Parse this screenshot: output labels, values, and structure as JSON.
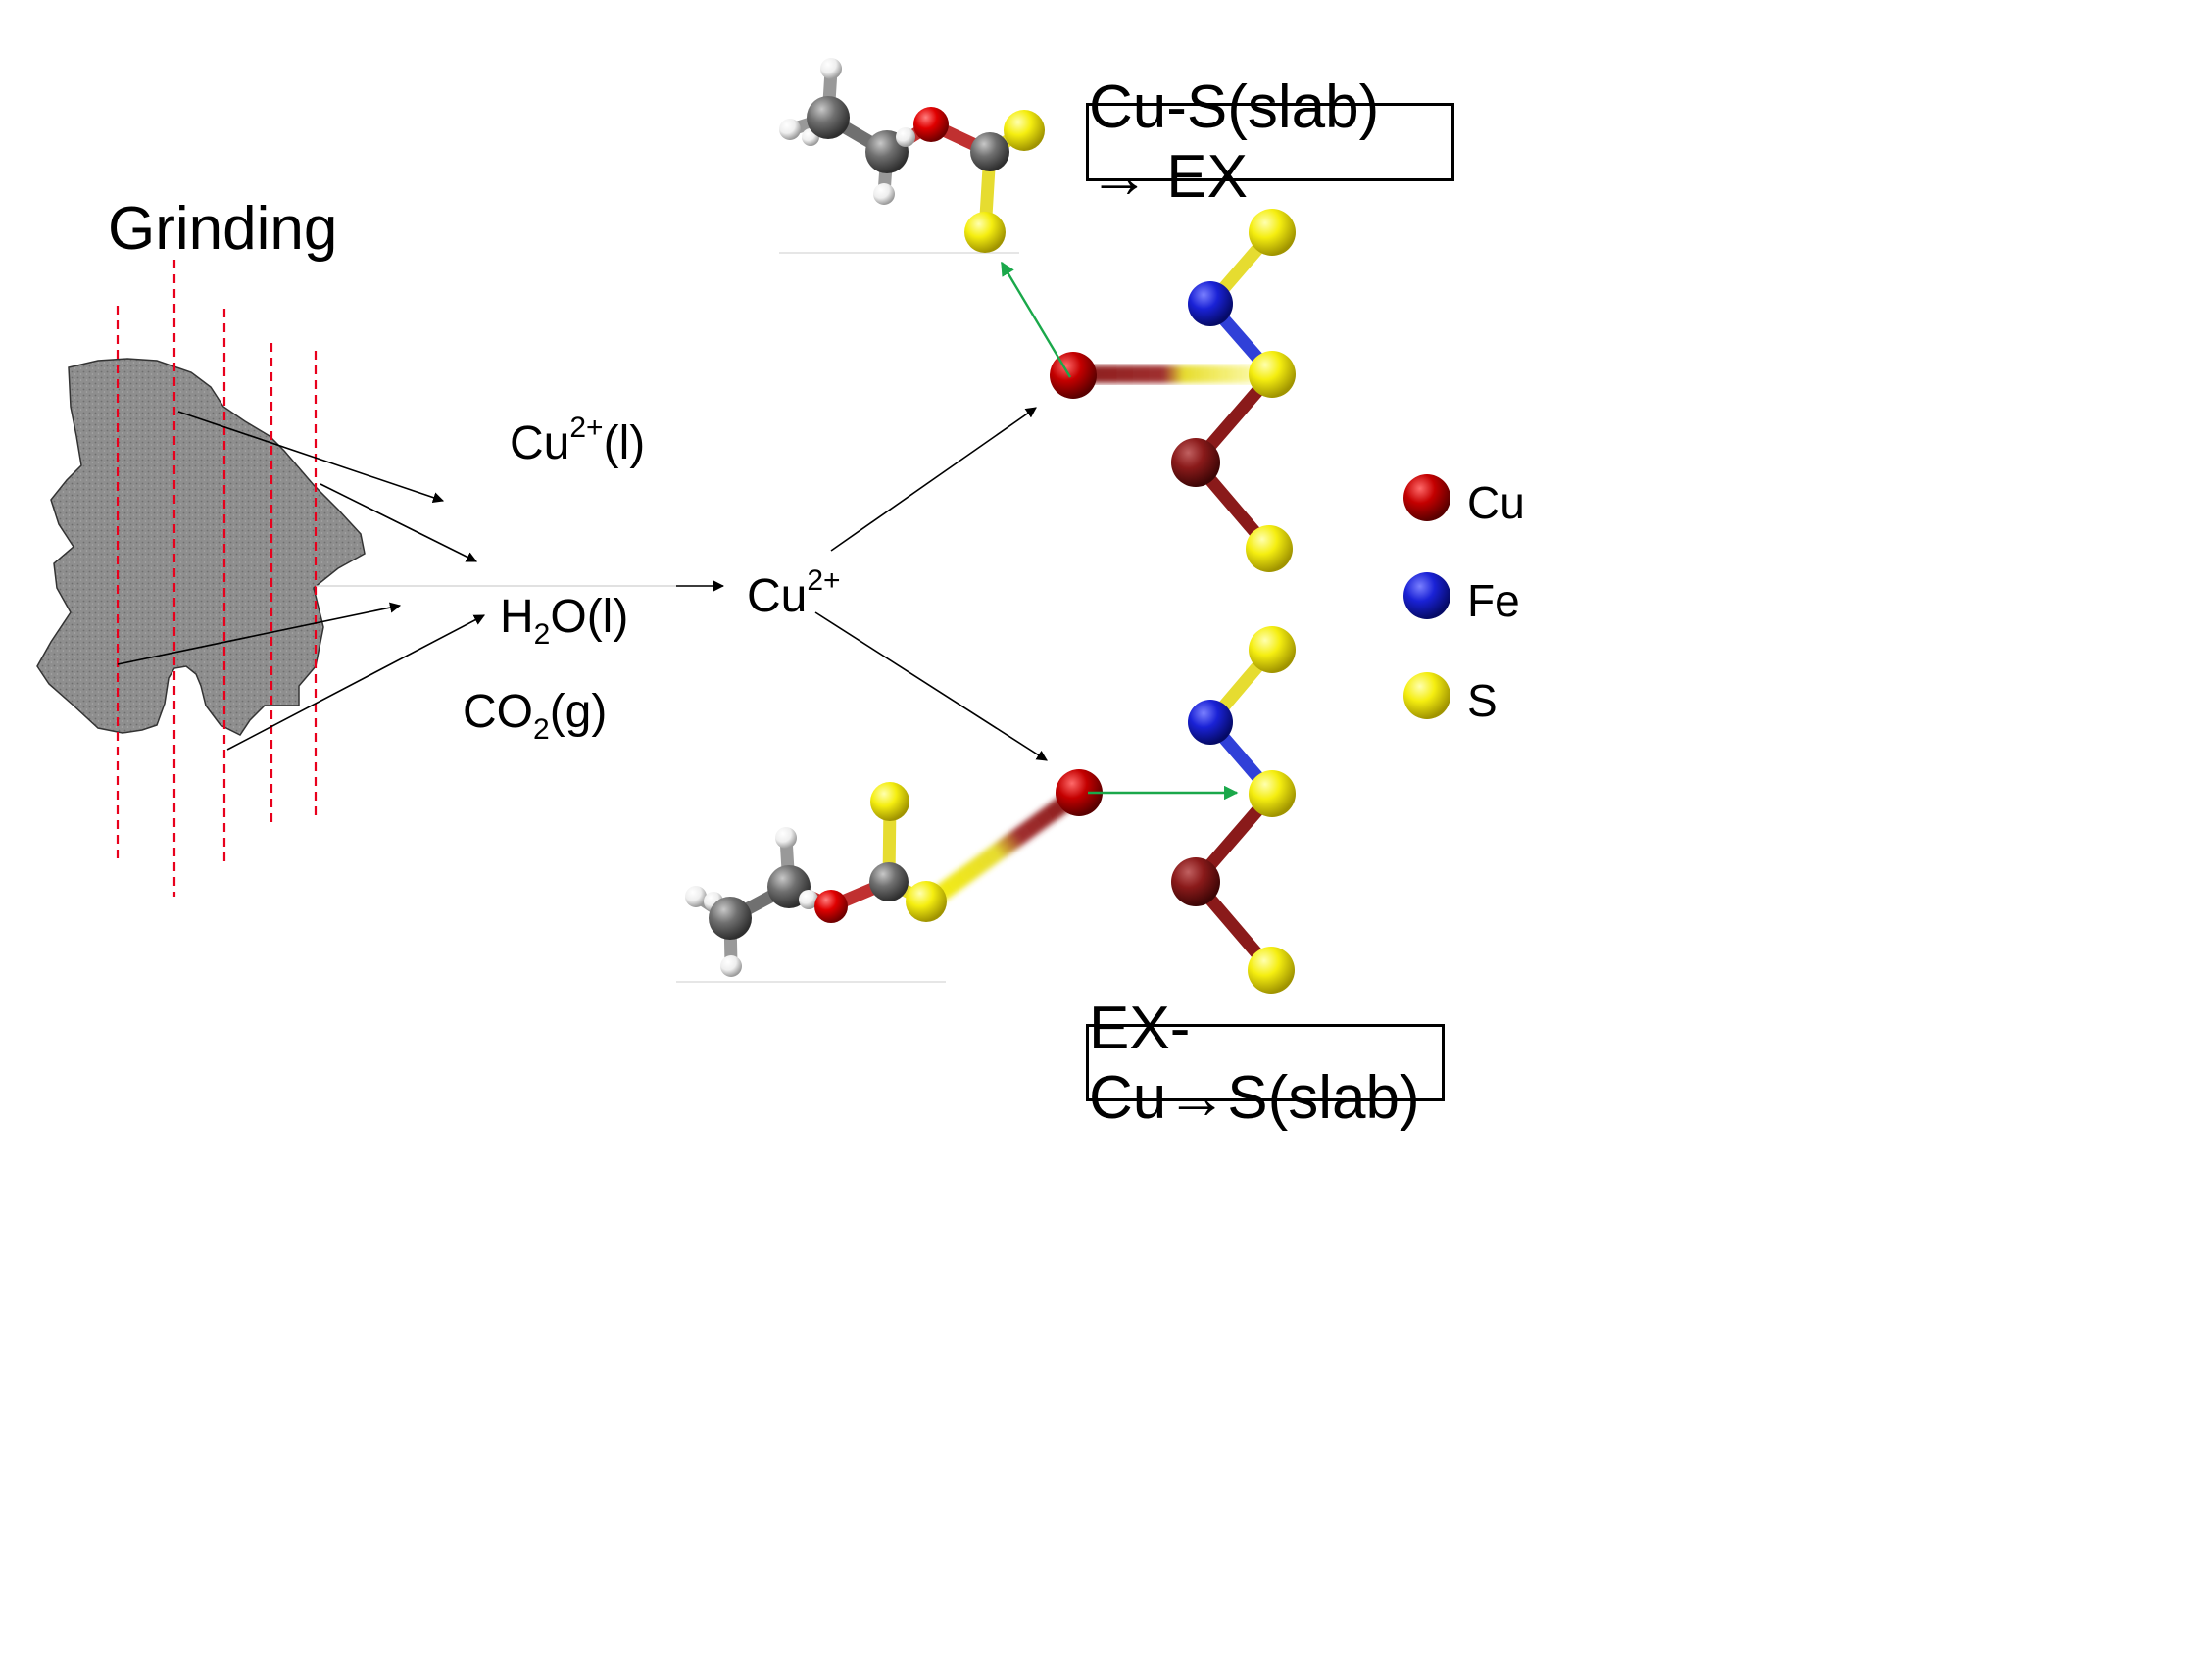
{
  "title": "Grinding",
  "species": {
    "cu_liquid": {
      "base": "Cu",
      "sup": "2+",
      "tail": "(l)"
    },
    "water": {
      "base": "H",
      "sub": "2",
      "tail": "O(l)"
    },
    "co2": {
      "base": "CO",
      "sub": "2",
      "tail": "(g)"
    },
    "cu_ion": {
      "base": "Cu",
      "sup": "2+"
    }
  },
  "mechanisms": {
    "top": "Cu-S(slab) → EX",
    "bottom": "EX-Cu→S(slab)"
  },
  "legend": [
    {
      "label": "Cu",
      "color": "#b30000"
    },
    {
      "label": "Fe",
      "color": "#1a22d6"
    },
    {
      "label": "S",
      "color": "#f2ea00"
    }
  ],
  "colors": {
    "particle": "#8c8c8c",
    "grind_lines": "#e8001c",
    "arrow": "#000000",
    "transfer_arrow": "#1aa84a",
    "cu_dark": "#8a1a1a",
    "carbon": "#707070",
    "oxygen": "#e00000",
    "hydrogen": "#f2f2f2"
  }
}
